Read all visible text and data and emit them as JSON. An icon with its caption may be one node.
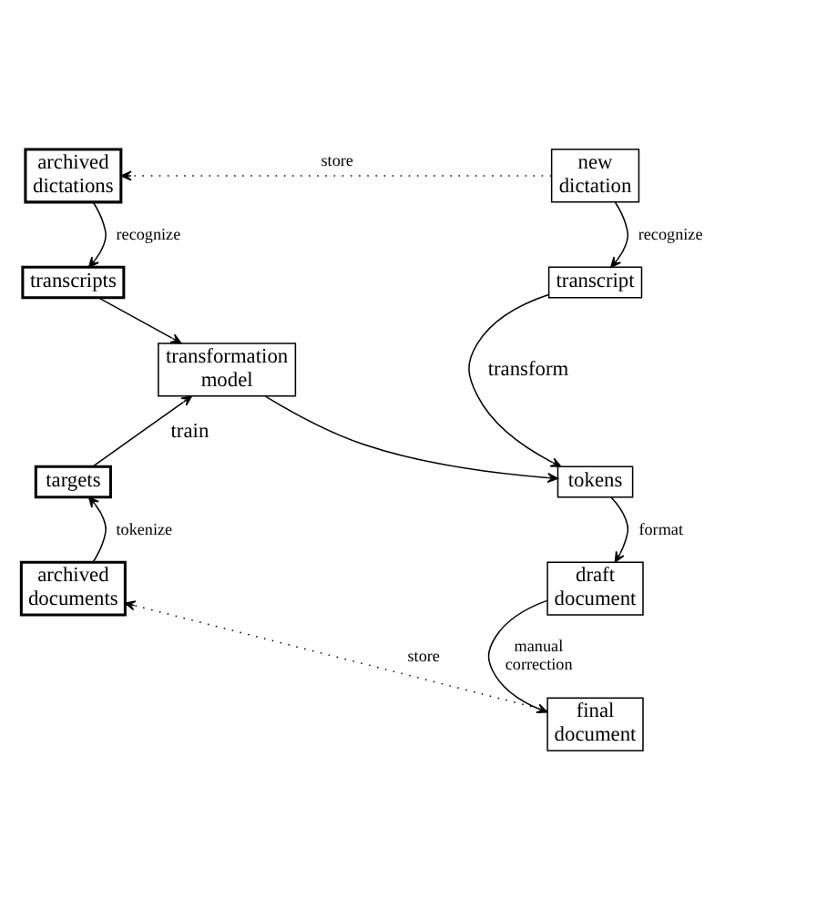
{
  "diagram": {
    "nodes": [
      {
        "text": [
          "archived dictations"
        ]
      },
      {
        "text": [
          "new dictation"
        ]
      },
      {
        "text": [
          "transcripts"
        ]
      },
      {
        "text": [
          "transcript"
        ]
      },
      {
        "text": [
          "transformation model"
        ]
      },
      {
        "text": [
          "targets"
        ]
      },
      {
        "text": [
          "tokens"
        ]
      },
      {
        "text": [
          "archived documents"
        ]
      },
      {
        "text": [
          "draft document"
        ]
      },
      {
        "text": [
          "final document"
        ]
      }
    ],
    "edges": [
      {
        "from": 1,
        "to": 0,
        "arrow": "to",
        "label": "store",
        "style": "dashed"
      },
      {
        "from": 0,
        "to": 2,
        "arrow": "to",
        "label": "recognize"
      },
      {
        "from": 1,
        "to": 3,
        "arrow": "to",
        "label": "recognize"
      },
      {
        "from": 2,
        "to": 4,
        "arrow": "to"
      },
      {
        "from": 5,
        "to": 4,
        "arrow": "to",
        "label": "train"
      },
      {
        "from": 3,
        "to": 6,
        "arrow": "to",
        "label": "transform"
      },
      {
        "from": 4,
        "to": 6,
        "arrow": "to"
      },
      {
        "from": 6,
        "to": 8,
        "arrow": "to",
        "label": "format"
      },
      {
        "from": 8,
        "to": 9,
        "arrow": "to",
        "label": "manual correction"
      },
      {
        "from": 9,
        "to": 7,
        "arrow": "to",
        "label": "store",
        "style": "dashed"
      },
      {
        "from": 7,
        "to": 5,
        "arrow": "to",
        "label": "tokenize"
      }
    ]
  }
}
